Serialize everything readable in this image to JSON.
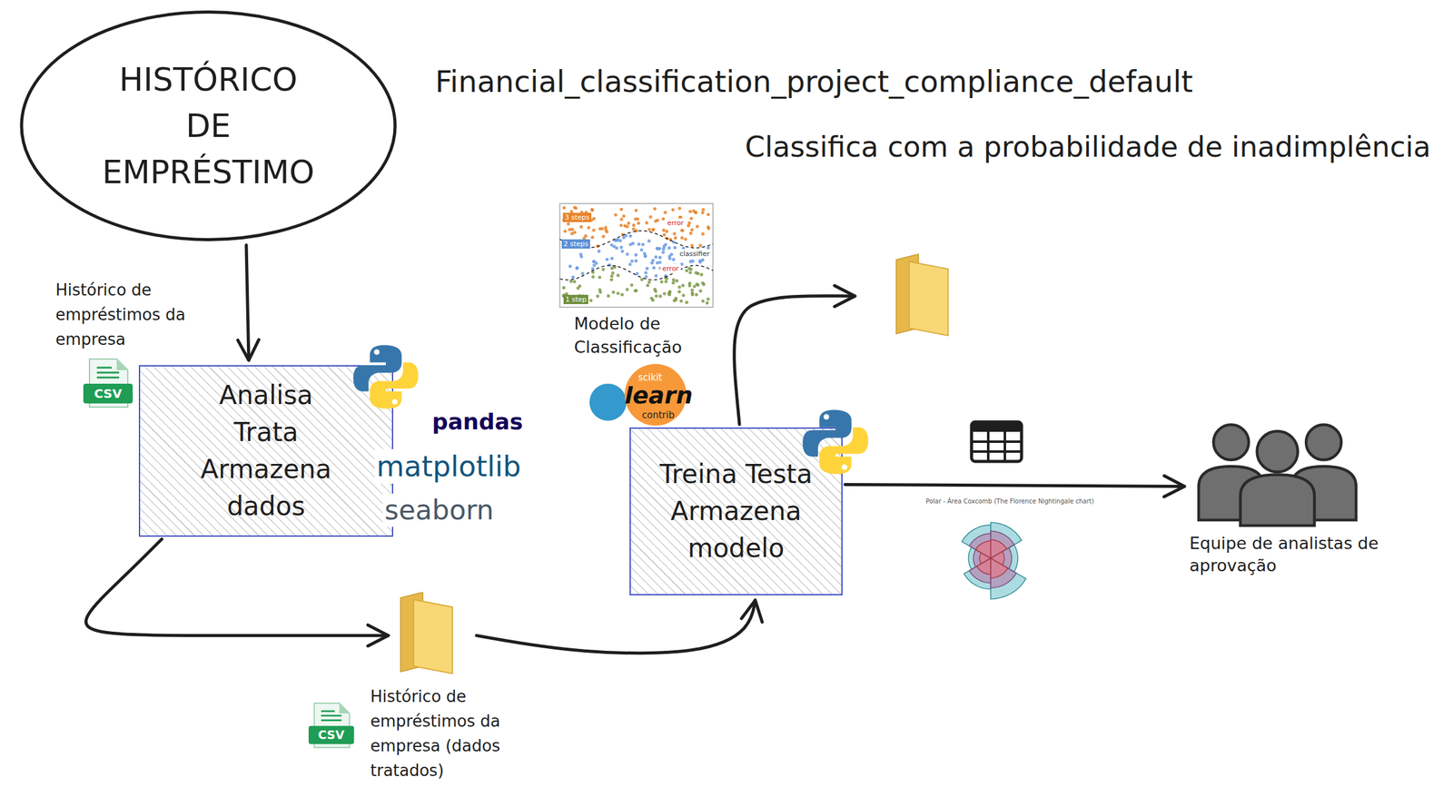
{
  "diagram": {
    "title": "Financial_classification_project_compliance_default",
    "nodes": [
      {
        "text": [
          "HISTÓRICO DE EMPRÉSTIMO"
        ]
      },
      {
        "text": [
          "Analisa Trata Armazena dados"
        ]
      },
      {
        "text": [
          "Histórico de empréstimos da empresa (dados tratados)"
        ]
      },
      {
        "text": [
          "Treina Testa Armazena modelo"
        ]
      },
      {
        "text": [
          "Equipe de analistas de aprovação"
        ]
      }
    ],
    "edges": [
      {
        "from": 0,
        "to": 1,
        "arrow": "to"
      },
      {
        "from": 1,
        "to": 2,
        "arrow": "to"
      },
      {
        "from": 2,
        "to": 3,
        "arrow": "to"
      },
      {
        "from": 3,
        "to": 4,
        "arrow": "to"
      }
    ],
    "labels": [
      "Classifica com a probabilidade de inadimplência",
      "Histórico de empréstimos da empresa",
      "CSV",
      "pandas",
      "matplotlib",
      "seaborn",
      "CSV",
      "3 steps",
      "2 steps",
      "1 step",
      "error",
      "classifier",
      "error",
      "Modelo de Classificação",
      "scikit",
      "learn",
      "contrib",
      "Polar - Área Coxcomb (The Florence Nightingale chart)"
    ]
  }
}
